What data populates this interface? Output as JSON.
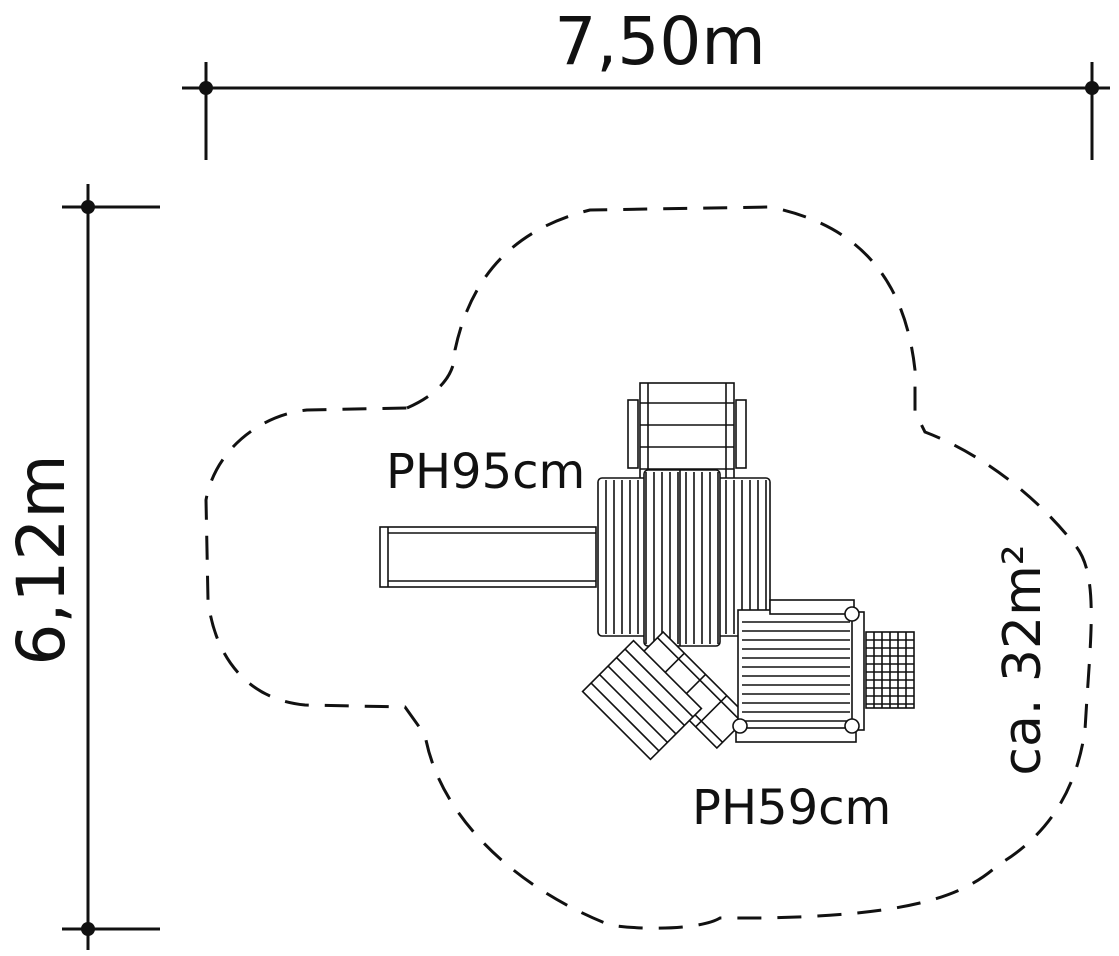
{
  "dimensions": {
    "width_label": "7,50m",
    "height_label": "6,12m"
  },
  "labels": {
    "platform_high": "PH95cm",
    "platform_low": "PH59cm",
    "area": "ca. 32m²"
  }
}
